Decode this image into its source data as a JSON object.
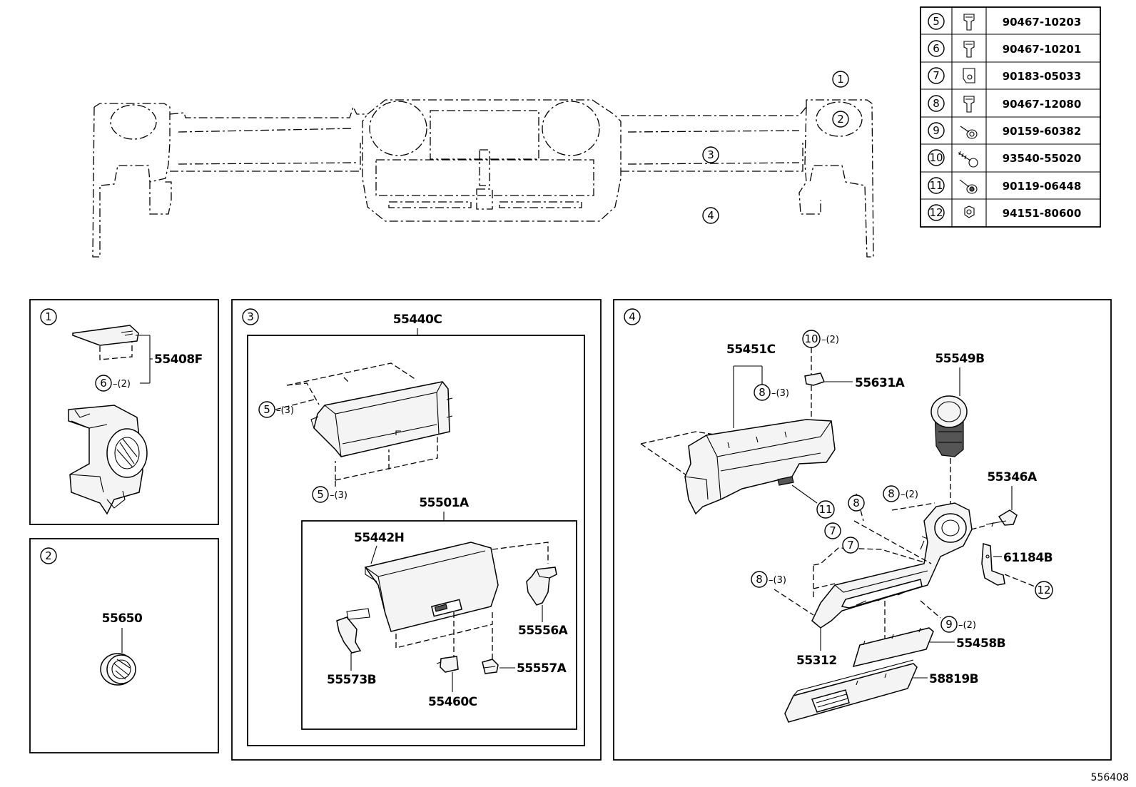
{
  "diagram_id": "556408",
  "overview_callouts": [
    "1",
    "2",
    "3",
    "4"
  ],
  "fastener_table": [
    {
      "ref": "5",
      "icon": "push-clip-icon",
      "part": "90467-10203"
    },
    {
      "ref": "6",
      "icon": "push-clip-icon",
      "part": "90467-10201"
    },
    {
      "ref": "7",
      "icon": "nut-clip-icon",
      "part": "90183-05033"
    },
    {
      "ref": "8",
      "icon": "push-clip-icon",
      "part": "90467-12080"
    },
    {
      "ref": "9",
      "icon": "screw-washer-icon",
      "part": "90159-60382"
    },
    {
      "ref": "10",
      "icon": "tapping-screw-icon",
      "part": "93540-55020"
    },
    {
      "ref": "11",
      "icon": "bolt-washer-icon",
      "part": "90119-06448"
    },
    {
      "ref": "12",
      "icon": "nut-icon",
      "part": "94151-80600"
    }
  ],
  "panel1": {
    "ref": "1",
    "part_55408F": "55408F",
    "callout_6": "6",
    "qty_6": "–(2)"
  },
  "panel2": {
    "ref": "2",
    "part_55650": "55650"
  },
  "panel3": {
    "ref": "3",
    "part_55440C": "55440C",
    "callout_5a": "5",
    "qty_5a": "–(3)",
    "callout_5b": "5",
    "qty_5b": "–(3)",
    "part_55501A": "55501A",
    "part_55442H": "55442H",
    "part_55556A": "55556A",
    "part_55573B": "55573B",
    "part_55557A": "55557A",
    "part_55460C": "55460C"
  },
  "panel4": {
    "ref": "4",
    "callout_10": "10",
    "qty_10": "–(2)",
    "part_55451C": "55451C",
    "callout_8a": "8",
    "qty_8a": "–(3)",
    "part_55631A": "55631A",
    "part_55549B": "55549B",
    "part_55346A": "55346A",
    "callout_8b": "8",
    "qty_8b": "–(2)",
    "callout_11": "11",
    "callout_8c": "8",
    "callout_7a": "7",
    "callout_7b": "7",
    "part_61184B": "61184B",
    "callout_8d": "8",
    "qty_8d": "–(3)",
    "callout_12": "12",
    "callout_9": "9",
    "qty_9": "–(2)",
    "part_55458B": "55458B",
    "part_55312": "55312",
    "part_58819B": "58819B"
  }
}
